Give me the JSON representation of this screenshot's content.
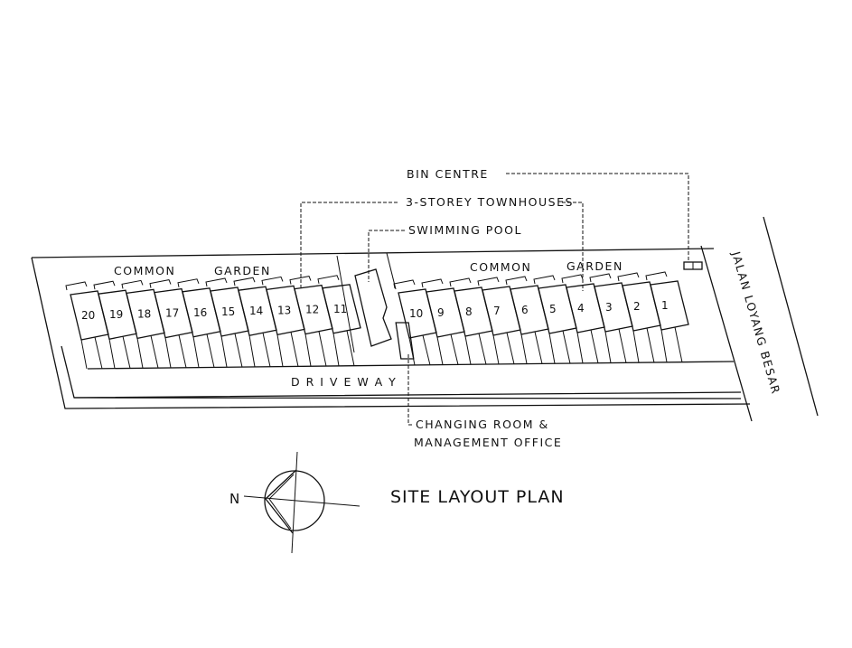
{
  "title": "SITE LAYOUT PLAN",
  "labels": {
    "bin_centre": "BIN  CENTRE",
    "townhouses": "3-STOREY  TOWNHOUSES",
    "swimming_pool": "SWIMMING  POOL",
    "common_left": "COMMON",
    "garden_left": "GARDEN",
    "common_right": "COMMON",
    "garden_right": "GARDEN",
    "driveway": "D R I V E W A Y",
    "changing_room_1": "CHANGING  ROOM  &",
    "changing_room_2": "MANAGEMENT  OFFICE",
    "road": "JALAN  LOYANG  BESAR",
    "north": "N"
  },
  "units_left": [
    "20",
    "19",
    "18",
    "17",
    "16",
    "15",
    "14",
    "13",
    "12",
    "11"
  ],
  "units_right": [
    "10",
    "9",
    "8",
    "7",
    "6",
    "5",
    "4",
    "3",
    "2",
    "1"
  ]
}
